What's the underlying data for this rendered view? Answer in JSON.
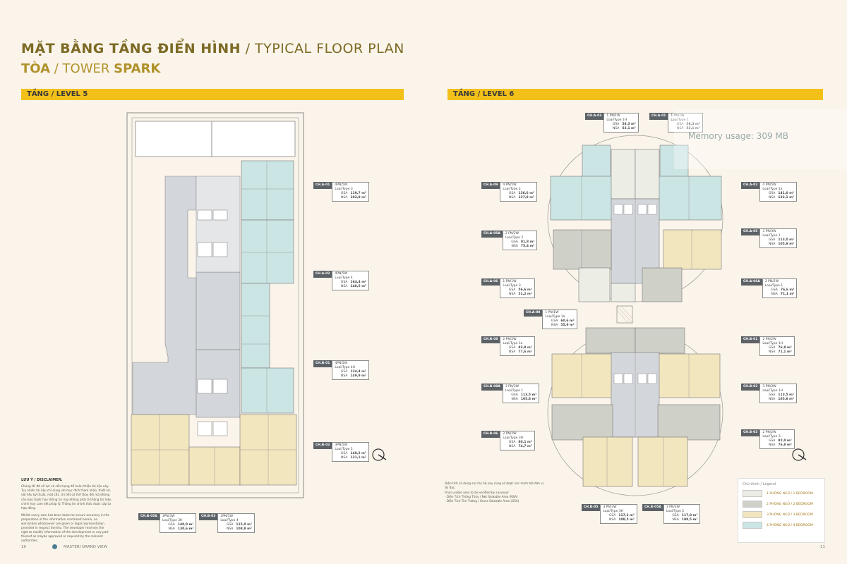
{
  "title": {
    "vi": "MẶT BẰNG TẦNG ĐIỂN HÌNH",
    "sep": " / ",
    "en": "TYPICAL FLOOR PLAN"
  },
  "subtitle": {
    "vi": "TÒA",
    "sep": " / ",
    "en_light": "TOWER",
    "en_bold": "SPARK"
  },
  "level5": {
    "label": "TẦNG / LEVEL 5"
  },
  "level6": {
    "label": "TẦNG / LEVEL 6"
  },
  "units_left": [
    {
      "code": "CH.A-01",
      "type": "4PN/5W\nLoại/Type 3",
      "gsa": "119,7 m²",
      "nsa": "102,8 m²"
    },
    {
      "code": "CH.A-02",
      "type": "4PN/5W\nLoại/Type 4",
      "gsa": "164,4 m²",
      "nsa": "140,5 m²"
    },
    {
      "code": "CH.B-01",
      "type": "4PN/5W\nLoại/Type 4H",
      "gsa": "124,4 m²",
      "nsa": "149,9 m²"
    },
    {
      "code": "CH.B-02",
      "type": "3PN/5W\nLoại/Type 2",
      "gsa": "140,2 m²",
      "nsa": "131,1 m²"
    },
    {
      "code": "CH.B-05A",
      "type": "3PN/3W\nLoại/Type 3H",
      "gsa": "140,0 m²",
      "nsa": "130,6 m²"
    },
    {
      "code": "CH.B-03",
      "type": "3PN/5W\nLoại/Type 4",
      "gsa": "115,0 m²",
      "nsa": "108,8 m²"
    }
  ],
  "units_right": [
    {
      "code": "CH.A-03",
      "type": "1 PN/1W\nLoại/Type 1H",
      "gsa": "58,3 m²",
      "nsa": "53,1 m²"
    },
    {
      "code": "CH.A-01",
      "type": "1 PN/1W\nLoại/Type 1",
      "gsa": "58,3 m²",
      "nsa": "53,1 m²"
    },
    {
      "code": "CH.A-09",
      "type": "4 PN/5W\nLoại/Type 2",
      "gsa": "136,6 m²",
      "nsa": "127,8 m²"
    },
    {
      "code": "CH.A-02",
      "type": "4 PN/5W\nLoại/Type 1a",
      "gsa": "141,0 m²",
      "nsa": "132,1 m²"
    },
    {
      "code": "CH.A-05A",
      "type": "2 PN/2W\nLoại/Type 2",
      "gsa": "81,8 m²",
      "nsa": "75,4 m²"
    },
    {
      "code": "CH.A-05",
      "type": "3 PN/3W\nLoại/Type 1",
      "gsa": "113,0 m²",
      "nsa": "105,9 m²"
    },
    {
      "code": "CH.A-06",
      "type": "1 PN/1W\nLoại/Type 3",
      "gsa": "56,6 m²",
      "nsa": "51,2 m²"
    },
    {
      "code": "CH.A-06A",
      "type": "2 PN/2W\nLoại/Type 1",
      "gsa": "76,6 m²",
      "nsa": "71,1 m²"
    },
    {
      "code": "CH.A-08",
      "type": "1 PN/1W\nLoại/Type 3a",
      "gsa": "60,6 m²",
      "nsa": "55,9 m²"
    },
    {
      "code": "CH.B-08",
      "type": "2 PN/2W\nLoại/Type 1a",
      "gsa": "83,9 m²",
      "nsa": "77,6 m²"
    },
    {
      "code": "CH.B-01",
      "type": "2 PN/2W\nLoại/Type 1H",
      "gsa": "76,8 m²",
      "nsa": "71,1 m²"
    },
    {
      "code": "CH.B-08A",
      "type": "3 PN/3W\nLoại/Type 1",
      "gsa": "113,5 m²",
      "nsa": "105,8 m²"
    },
    {
      "code": "CH.B-02",
      "type": "3 PN/3W\nLoại/Type 1H",
      "gsa": "113,5 m²",
      "nsa": "105,8 m²"
    },
    {
      "code": "CH.B-06",
      "type": "2 PN/2W\nLoại/Type 3H",
      "gsa": "80,1 m²",
      "nsa": "74,7 m²"
    },
    {
      "code": "CH.B-03",
      "type": "2 PN/2W\nLoại/Type 3",
      "gsa": "82,0 m²",
      "nsa": "76,8 m²"
    },
    {
      "code": "CH.B-05",
      "type": "3 PN/3W\nLoại/Type 3H",
      "gsa": "117,2 m²",
      "nsa": "108,5 m²"
    },
    {
      "code": "CH.B-05A",
      "type": "3 PN/3W\nLoại/Type 2",
      "gsa": "117,0 m²",
      "nsa": "108,5 m²"
    }
  ],
  "labels": {
    "gsa": "GSA",
    "nsa": "NSA"
  },
  "disclaimer": {
    "title": "LƯU Ý / DISCLAIMER:",
    "vi": "Chúng tôi đã nỗ lực và cẩn trọng để hoàn thiện tài liệu này. Tuy nhiên tài liệu chỉ dùng với mục đích tham khảo, thiết kế, vật liệu kỹ thuật, mặt cắt, chi tiết có thể thay đổi mà không cần báo trước hay thông tin này không phải là thông tin hiệu chỉnh hay cam kết pháp lý. Thông tin chính thức được cấp từ hợp đồng.",
    "en": "Whilst every care has been taken to ensure accuracy in the preparation of the information contained herein, no warranties whatsoever are given or legal representation provided in respect thereto. The developer reserves the right to modify information of the development or any part thereof as maybe approved or required by the relevant authorities."
  },
  "note": {
    "vi": "Diện tích có dung sai cho hệ sau cùng sẽ được xác minh bởi đơn vị đo đạc.",
    "en": "Final usable area to be verified by surveyor.",
    "item1": "Diện Tích Thông Thủy / Net Saleable Area (NSA)",
    "item2": "Diện Tích Tim Tường / Gross Saleable Area (GSA)"
  },
  "legend": {
    "title": "Chú thích / Legend",
    "items": [
      {
        "label": "1 PHÒNG NGỦ / 1 BEDROOM",
        "color": "#eceee6"
      },
      {
        "label": "2 PHÒNG NGỦ / 2 BEDROOM",
        "color": "#cfd0c7"
      },
      {
        "label": "3 PHÒNG NGỦ / 3 BEDROOM",
        "color": "#f2e6bf"
      },
      {
        "label": "4 PHÒNG NGỦ / 4 BEDROOM",
        "color": "#cbe4e4"
      }
    ]
  },
  "footer": {
    "page_left": "10",
    "brand": "MASTERI GRAND VIEW",
    "page_right": "11"
  },
  "overlay": {
    "memory": "Memory usage: 309 MB"
  },
  "colors": {
    "accent": "#f2c019",
    "one_bed": "#eceee6",
    "two_bed": "#cfd0c7",
    "three_bed": "#f2e6bf",
    "four_bed": "#cbe4e4",
    "core": "#d3d6da"
  }
}
